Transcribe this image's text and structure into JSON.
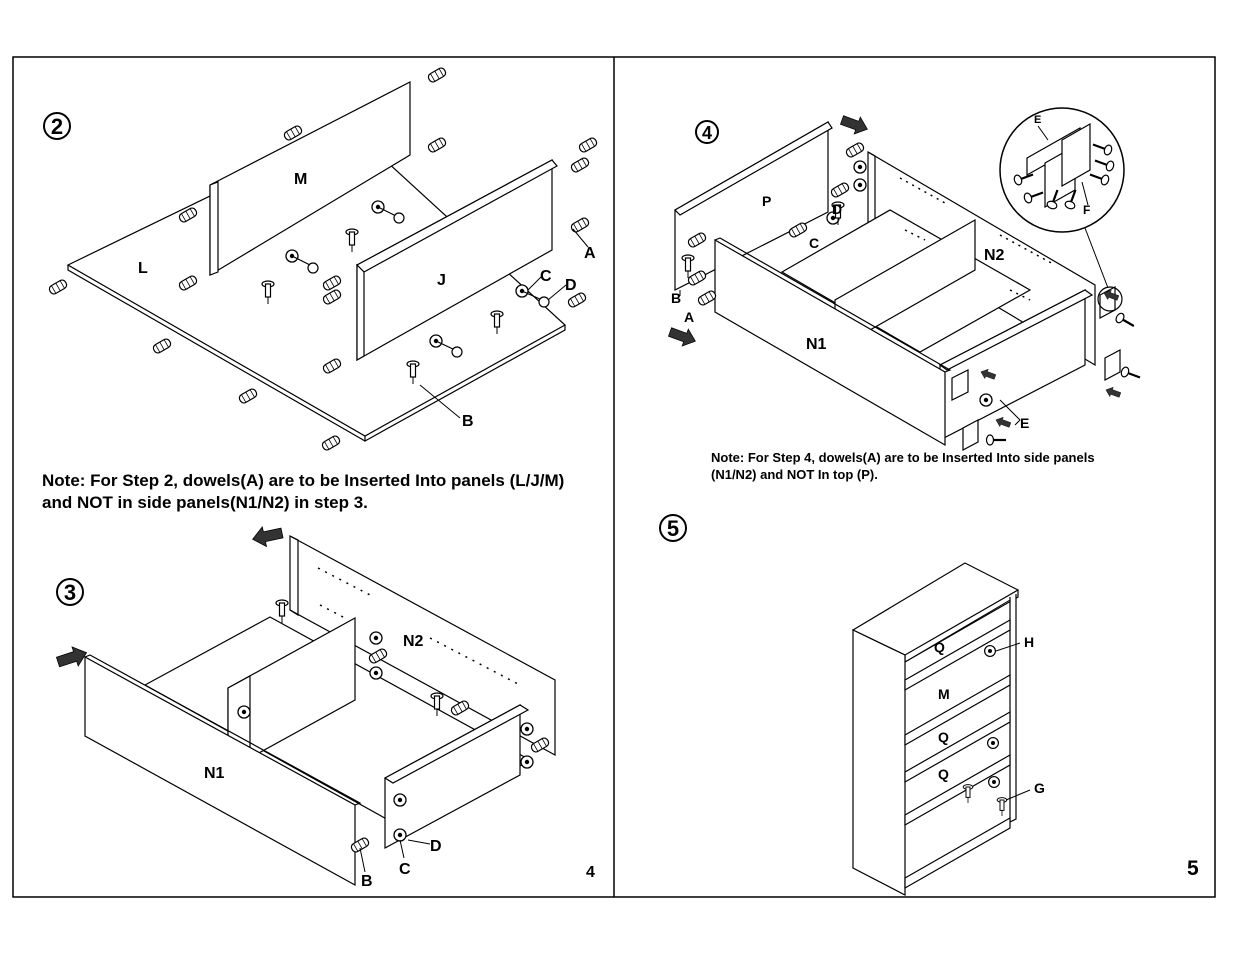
{
  "pages": [
    {
      "number": "4"
    },
    {
      "number": "5"
    }
  ],
  "steps": [
    {
      "number": "2",
      "labels": [
        "M",
        "L",
        "J",
        "A",
        "C",
        "D",
        "B"
      ],
      "note": "Note: For Step 2, dowels(A) are to be Inserted Into panels (L/J/M) and NOT in side panels(N1/N2) in step 3."
    },
    {
      "number": "3",
      "labels": [
        "N2",
        "N1",
        "D",
        "C",
        "B"
      ]
    },
    {
      "number": "4",
      "labels": [
        "P",
        "D",
        "C",
        "N2",
        "B",
        "A",
        "N1",
        "E",
        "E",
        "F"
      ],
      "note": "Note: For Step 4, dowels(A) are to be Inserted Into side panels (N1/N2) and NOT In top (P)."
    },
    {
      "number": "5",
      "labels": [
        "Q",
        "H",
        "M",
        "Q",
        "Q",
        "G"
      ]
    }
  ],
  "colors": {
    "line": "#000000",
    "paper": "#ffffff"
  },
  "icons": [
    "circled-number-icon",
    "dowel-icon",
    "cam-lock-icon",
    "cam-bolt-icon",
    "screw-icon",
    "push-arrow-icon",
    "bracket-icon"
  ]
}
